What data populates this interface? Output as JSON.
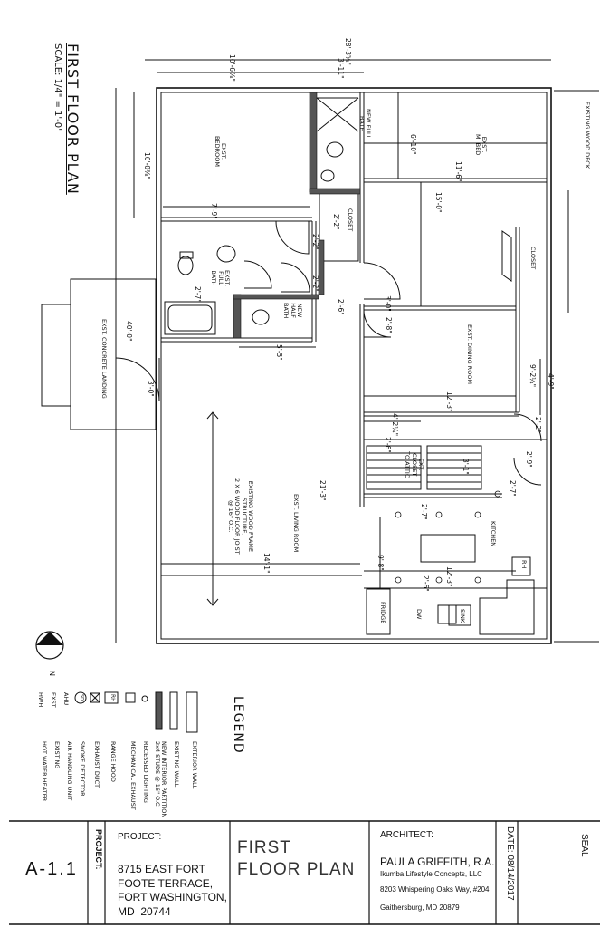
{
  "sheet": {
    "plan_title": "FIRST FLOOR PLAN",
    "scale": "SCALE: 1/4\" = 1'-0\""
  },
  "dimensions": {
    "overall_width": "28'-3⅝\"",
    "top_left": "10'-6⅞\"",
    "top_mid": "3'-11\"",
    "bed_depth": "10'-0⅜\"",
    "bed_width": "7'-9\"",
    "bath_w": "6'-10\"",
    "mbed_w": "11'-6\"",
    "mbed_d": "15'-0\"",
    "d_22a": "2'-2\"",
    "d_22b": "2'-2\"",
    "d_22c": "2'-2\"",
    "d_27": "2'-7\"",
    "d_26": "2'-6\"",
    "d_30a": "3'-0\"",
    "d_28": "2'-8\"",
    "d_55": "5'-5\"",
    "d_40": "40'-0\"",
    "d_30b": "3'-0\"",
    "dining_w": "12'-3\"",
    "d_924": "9'-2¼\"",
    "d_49": "4'-9\"",
    "d_422": "4'-2¼\"",
    "d_22d": "2'-2\"",
    "d_29": "2'-9\"",
    "d_26b": "2'-6\"",
    "d_31": "3'-1\"",
    "d_27b": "2'-7\"",
    "d_27c": "2'-7\"",
    "d_213": "21'-3\"",
    "d_141": "14'-1\"",
    "d_98": "9'-8\"",
    "kitchen_w": "12'-3\"",
    "d_26c": "2'-6\""
  },
  "rooms": {
    "bedroom": "EXST.\nBEDROOM",
    "new_full_bath": "NEW FULL\nBATH",
    "closet_a": "CLOSET",
    "mbed": "EXST.\nM. BED",
    "closet_b": "CLOSET",
    "exst_full_bath": "EXST.\nFULL\nBATH",
    "new_half_bath": "NEW\nHALF\nBATH",
    "landing": "EXST. CONCRETE LANDING",
    "dining": "EXST. DINING ROOM",
    "ext_closet": "EXT.\nCLOSET\nTO ATTIC",
    "living": "EXST. LIVING ROOM",
    "floor_note": "EXISTING WOOD FRAME\nSTRUCTURE,\n2 X 6 WOOD FLOOR JOIST\n@ 16\" O.C.",
    "kitchen": "KITCHEN",
    "deck": "EXISTING WOOD DECK",
    "fridge": "FRIDGE",
    "dw": "DW",
    "sink": "SINK",
    "rh": "RH",
    "north": "N"
  },
  "legend": {
    "title": "LEGEND",
    "items": [
      {
        "sym": "",
        "label": "EXTERIOR WALL"
      },
      {
        "sym": "",
        "label": "EXISTING WALL"
      },
      {
        "sym": "",
        "label": "NEW INTERIOR PARTITION\n2x4 STUDS @ 16\" O.C."
      },
      {
        "sym": "",
        "label": "RECESSED LIGHTING"
      },
      {
        "sym": "",
        "label": "MECHANICAL EXHAUST"
      },
      {
        "sym": "RH",
        "label": "RANGE HOOD"
      },
      {
        "sym": "",
        "label": "EXHAUST DUCT"
      },
      {
        "sym": "SD",
        "label": "SMOKE DETECTOR"
      },
      {
        "sym": "AHU",
        "label": "AIR HANDLING UNIT"
      },
      {
        "sym": "EXST",
        "label": "EXISTING"
      },
      {
        "sym": "HWH",
        "label": "HOT WATER HEATER"
      }
    ]
  },
  "title_block": {
    "sheet_number": "A-1.1",
    "project_label": "PROJECT:",
    "project_label2": "PROJECT:",
    "address": "8715 EAST FORT\nFOOTE TERRACE,\nFORT WASHINGTON,\nMD  20744",
    "drawing_title": "FIRST\nFLOOR PLAN",
    "architect_label": "ARCHITECT:",
    "architect_name": "PAULA GRIFFITH, R.A.",
    "firm": "Ikumba Lifestyle Concepts, LLC",
    "addr1": "8203 Whispering Oaks Way, #204",
    "addr2": "Gaithersburg, MD  20879",
    "date": "DATE: 08/14/2017",
    "seal": "SEAL"
  },
  "colors": {
    "line": "#111111",
    "new_wall": "#555555"
  }
}
